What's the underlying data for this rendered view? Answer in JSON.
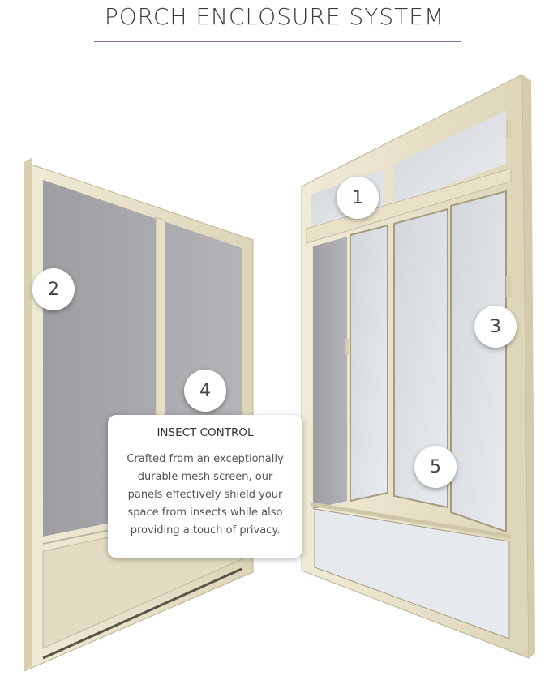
{
  "page": {
    "title": "PORCH ENCLOSURE SYSTEM"
  },
  "hotspots": [
    {
      "number": "1"
    },
    {
      "number": "2"
    },
    {
      "number": "3"
    },
    {
      "number": "4"
    },
    {
      "number": "5"
    }
  ],
  "tooltip": {
    "title": "INSECT CONTROL",
    "body_lines": [
      "Crafted from an exceptionally",
      "durable mesh screen, our",
      "panels effectively shield your",
      "space from insects while also",
      "providing a touch of privacy."
    ]
  },
  "colors": {
    "frame": "#e9e3cc",
    "frame_dark": "#c9c0a2",
    "screen": "#a9a9ad",
    "glass": "#d9dde1",
    "accent_rule": "#8d6f94"
  }
}
